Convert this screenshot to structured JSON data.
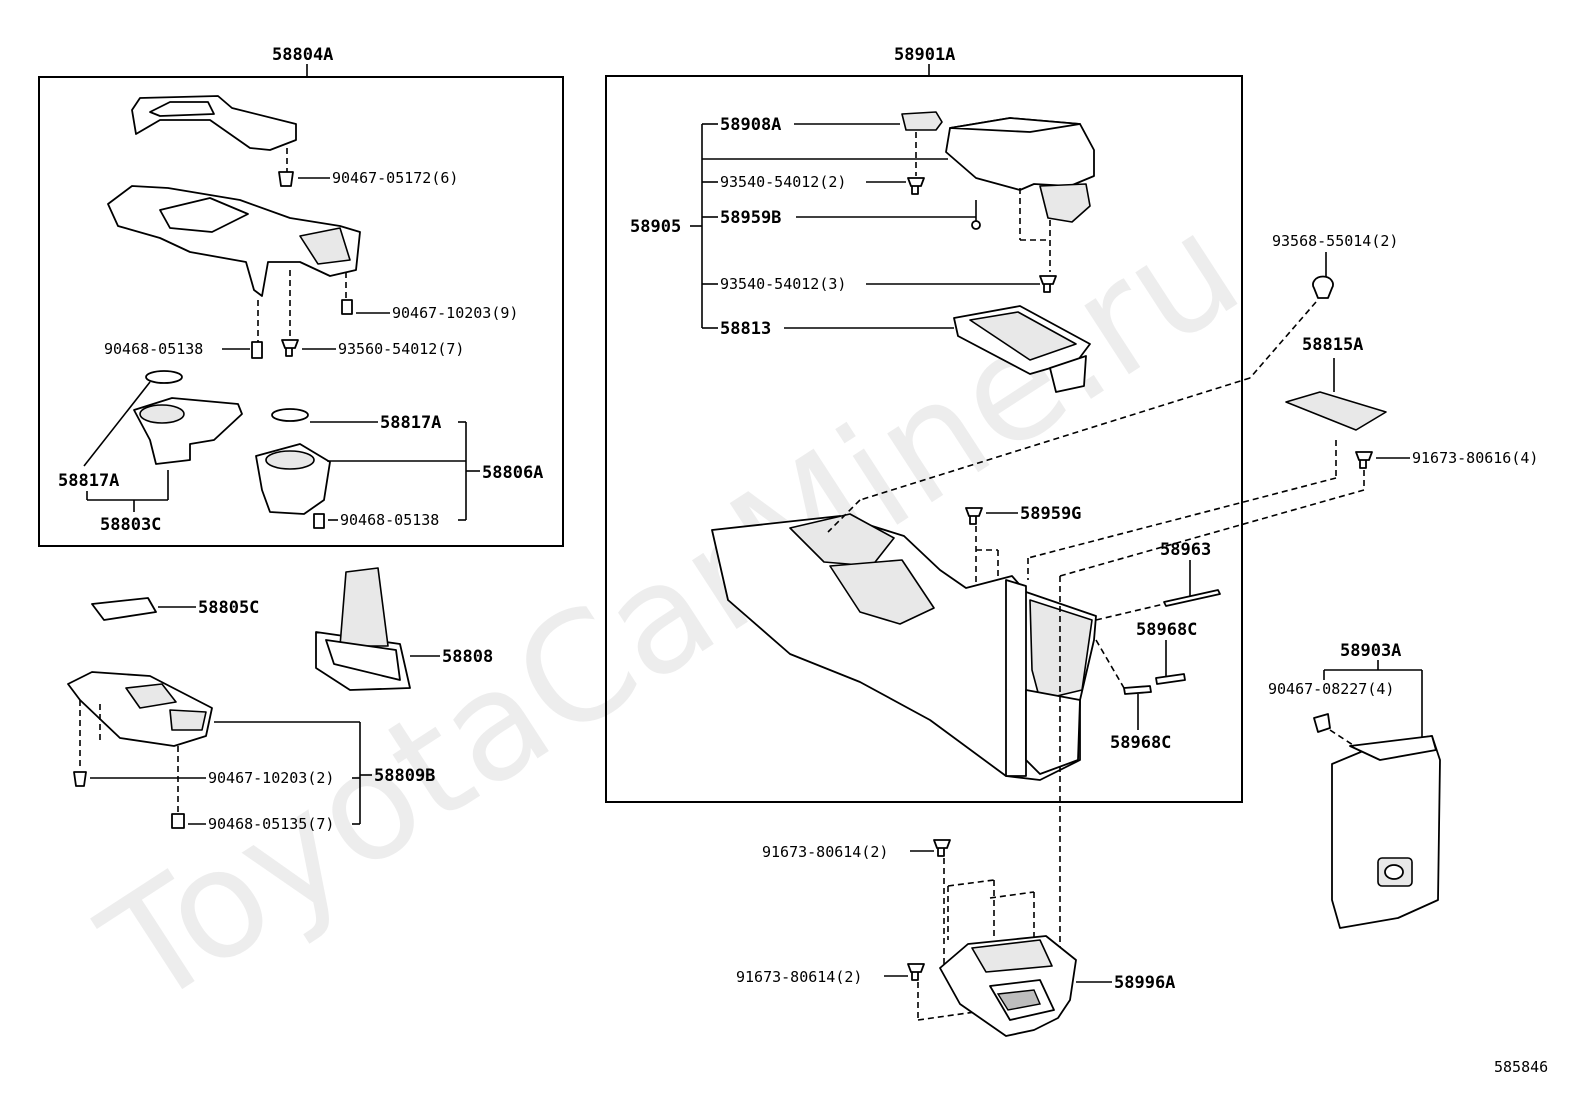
{
  "watermark": "ToyotaCarMine.ru",
  "diagram_number": "585846",
  "groups": {
    "left_box_title": "58804A",
    "center_box_title": "58901A"
  },
  "labels": {
    "p90467_05172": "90467-05172(6)",
    "p90467_10203_9": "90467-10203(9)",
    "p90468_05138_a": "90468-05138",
    "p93560_54012": "93560-54012(7)",
    "p58817A_right": "58817A",
    "p58806A": "58806A",
    "p58817A_left": "58817A",
    "p58803C": "58803C",
    "p90468_05138_b": "90468-05138",
    "p58805C": "58805C",
    "p58808": "58808",
    "p90467_10203_2": "90467-10203(2)",
    "p58809B": "58809B",
    "p90468_05135": "90468-05135(7)",
    "p58908A": "58908A",
    "p93540_54012_2": "93540-54012(2)",
    "p58905": "58905",
    "p58959B": "58959B",
    "p93540_54012_3": "93540-54012(3)",
    "p58813": "58813",
    "p93568_55014": "93568-55014(2)",
    "p58815A": "58815A",
    "p91673_80616": "91673-80616(4)",
    "p58959G": "58959G",
    "p58963": "58963",
    "p58968C_top": "58968C",
    "p58968C_bottom": "58968C",
    "p58903A": "58903A",
    "p90467_08227": "90467-08227(4)",
    "p91673_80614_top": "91673-80614(2)",
    "p91673_80614_bottom": "91673-80614(2)",
    "p58996A": "58996A"
  }
}
